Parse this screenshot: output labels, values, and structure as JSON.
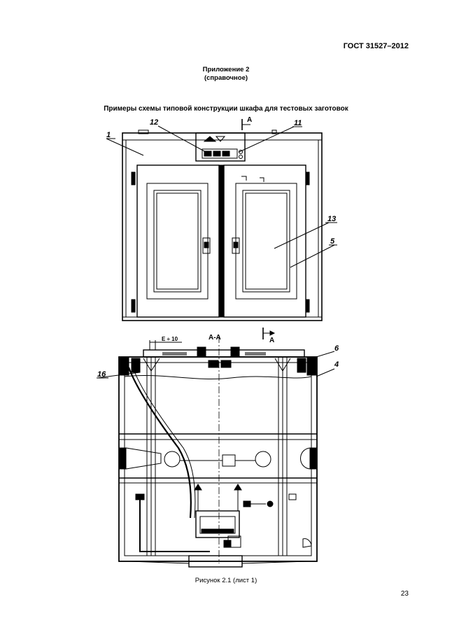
{
  "header": {
    "standard": "ГОСТ 31527–2012"
  },
  "appendix": {
    "title": "Приложение 2",
    "subtitle": "(справочное)"
  },
  "figure": {
    "caption": "Примеры схемы типовой конструкции шкафа для тестовых заготовок",
    "callouts": [
      "1",
      "12",
      "11",
      "13",
      "5",
      "6",
      "4",
      "16"
    ],
    "section_label": "А-А",
    "section_mark": "А",
    "dimension": "Е ÷ 10",
    "figure_caption": "Рисунок 2.1 (лист 1)"
  },
  "footer": {
    "page_number": "23"
  }
}
